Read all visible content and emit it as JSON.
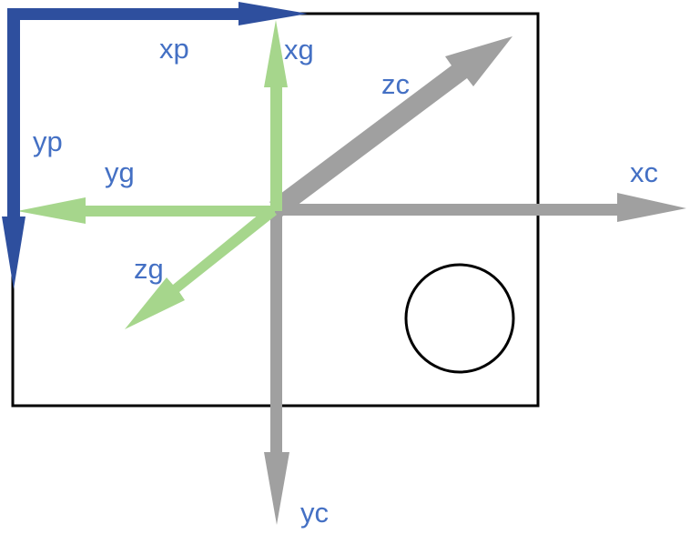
{
  "colors": {
    "pixel_axes": "#2E4F9E",
    "gripper_axes": "#A6D68C",
    "camera_axes": "#A0A0A0",
    "label_text": "#4470C4",
    "outline": "#000000"
  },
  "labels": {
    "xp": "xp",
    "yp": "yp",
    "xg": "xg",
    "yg": "yg",
    "zg": "zg",
    "xc": "xc",
    "yc": "yc",
    "zc": "zc"
  }
}
